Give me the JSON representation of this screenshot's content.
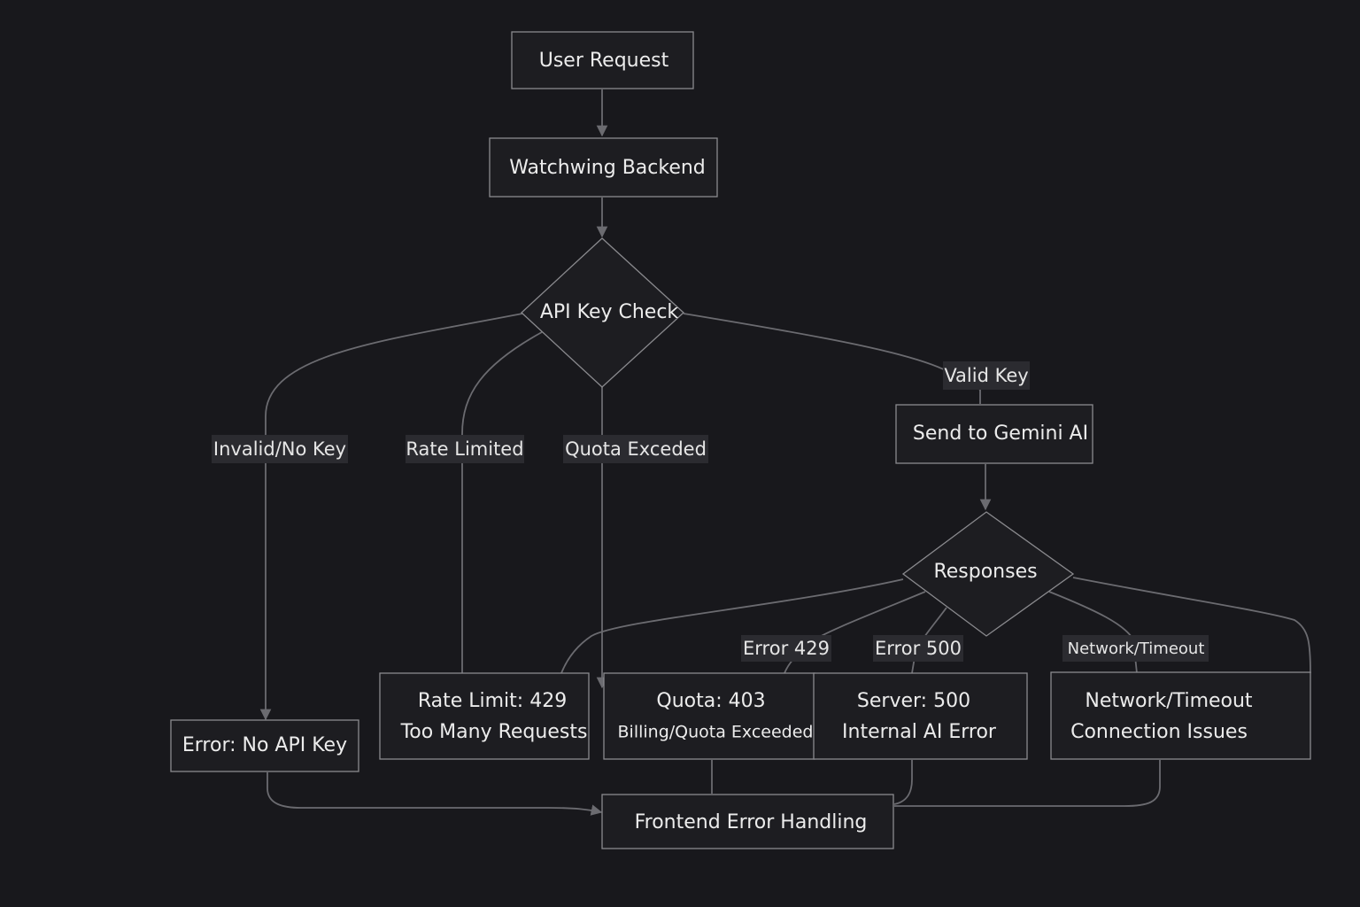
{
  "nodes": {
    "user_request": "User Request",
    "backend": "Watchwing Backend",
    "api_key_check": "API Key Check",
    "send_gemini": "Send to Gemini AI",
    "responses": "Responses",
    "error_no_key": "Error: No API Key",
    "rate_limit": {
      "line1": "Rate Limit: 429",
      "line2": "Too Many Requests"
    },
    "quota": {
      "line1": "Quota: 403",
      "line2": "Billing/Quota Exceeded"
    },
    "server": {
      "line1": "Server: 500",
      "line2": "Internal AI Error"
    },
    "network": {
      "line1": "Network/Timeout",
      "line2": "Connection Issues"
    },
    "frontend": "Frontend Error Handling"
  },
  "edge_labels": {
    "invalid": "Invalid/No Key",
    "rate_limited": "Rate Limited",
    "quota_exceeded": "Quota Exceded",
    "valid_key": "Valid Key",
    "error_429": "Error 429",
    "error_500": "Error 500",
    "network_timeout": "Network/Timeout"
  },
  "colors": {
    "background": "#18181c",
    "edge": "#6b6b70",
    "node_border": "#8a8a8e",
    "text": "#ececec"
  }
}
